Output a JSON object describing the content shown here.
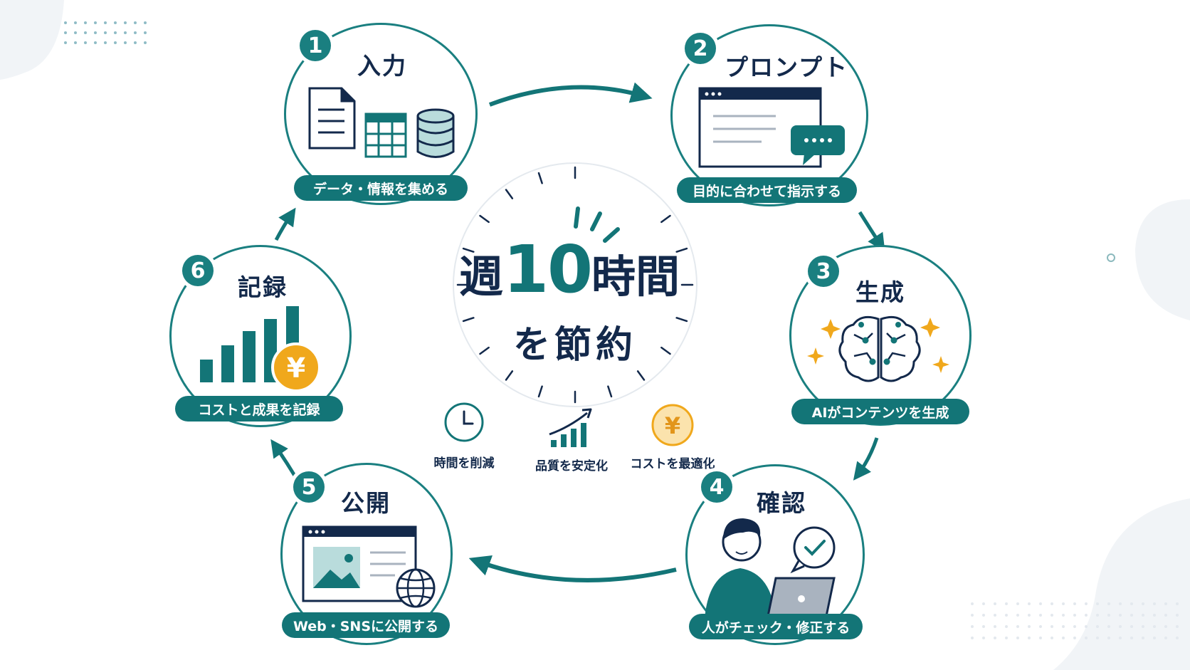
{
  "steps": [
    {
      "number": "1",
      "title": "入力",
      "caption": "データ・情報を集める"
    },
    {
      "number": "2",
      "title": "プロンプト",
      "caption": "目的に合わせて指示する"
    },
    {
      "number": "3",
      "title": "生成",
      "caption": "AIがコンテンツを生成"
    },
    {
      "number": "4",
      "title": "確認",
      "caption": "人がチェック・修正する"
    },
    {
      "number": "5",
      "title": "公開",
      "caption": "Web・SNSに公開する"
    },
    {
      "number": "6",
      "title": "記録",
      "caption": "コストと成果を記録"
    }
  ],
  "center": {
    "prefix": "週",
    "number": "10",
    "suffix": "時間",
    "subtitle": "を節約"
  },
  "benefits": [
    {
      "icon": "clock-icon",
      "label": "時間を削減"
    },
    {
      "icon": "growth-chart-icon",
      "label": "品質を安定化"
    },
    {
      "icon": "yen-coin-icon",
      "label": "コストを最適化"
    }
  ],
  "icons": {
    "yen_symbol": "¥"
  },
  "colors": {
    "primary": "#137577",
    "ring": "#1a7f80",
    "navy": "#13294b",
    "accent": "#f0a81c",
    "light_teal": "#b9dcdc"
  }
}
